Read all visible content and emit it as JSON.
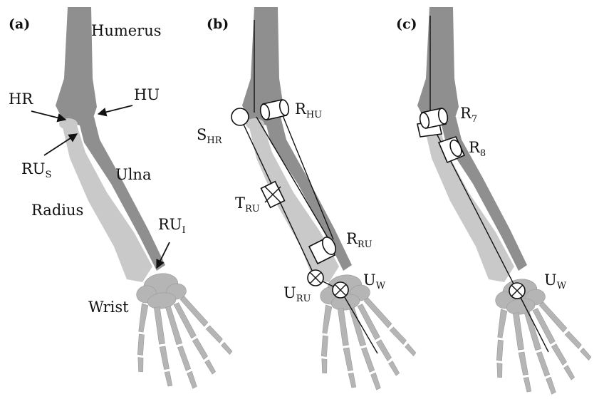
{
  "panels": {
    "a": {
      "label": "(a)",
      "humerus": "Humerus",
      "hr": "HR",
      "hu": "HU",
      "rus_main": "RU",
      "rus_sub": "S",
      "ulna": "Ulna",
      "radius": "Radius",
      "rui_main": "RU",
      "rui_sub": "I",
      "wrist": "Wrist"
    },
    "b": {
      "label": "(b)",
      "rhu_main": "R",
      "rhu_sub": "HU",
      "shr_main": "S",
      "shr_sub": "HR",
      "tru_main": "T",
      "tru_sub": "RU",
      "rru_main": "R",
      "rru_sub": "RU",
      "uru_main": "U",
      "uru_sub": "RU",
      "uw_main": "U",
      "uw_sub": "W"
    },
    "c": {
      "label": "(c)",
      "r7_main": "R",
      "r7_sub": "7",
      "r8_main": "R",
      "r8_sub": "8",
      "uw_main": "U",
      "uw_sub": "W"
    }
  }
}
